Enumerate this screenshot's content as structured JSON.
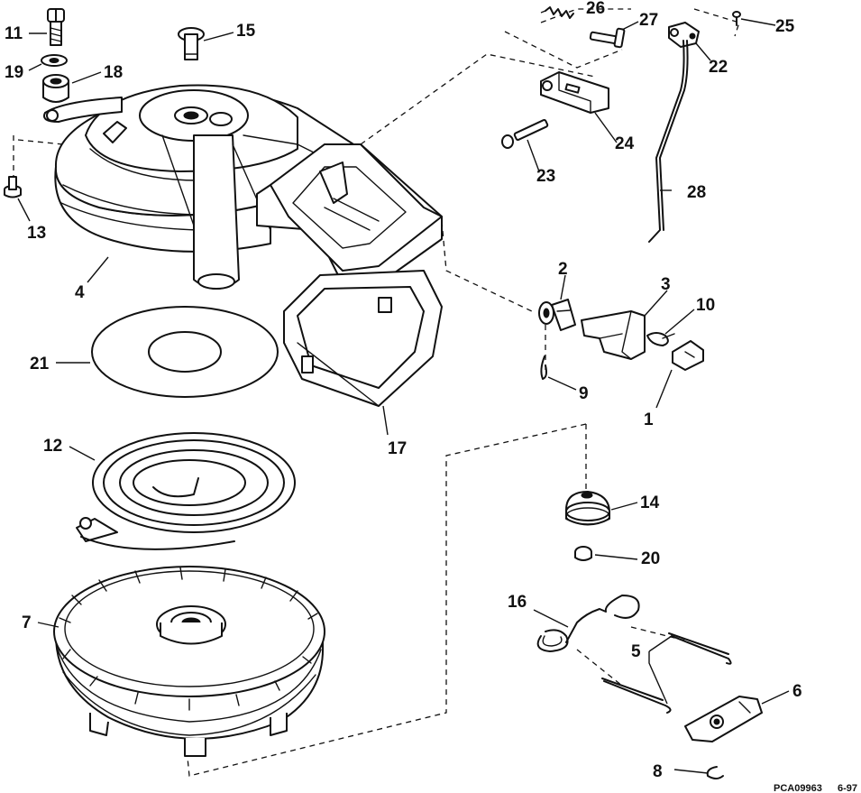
{
  "part_labels": [
    "1",
    "2",
    "3",
    "4",
    "5",
    "6",
    "7",
    "8",
    "9",
    "10",
    "11",
    "12",
    "13",
    "14",
    "15",
    "16",
    "17",
    "19",
    "20",
    "21",
    "22",
    "23",
    "24",
    "25",
    "26",
    "27",
    "28"
  ],
  "footer": {
    "code": "PCA09963",
    "date": "6-97"
  }
}
